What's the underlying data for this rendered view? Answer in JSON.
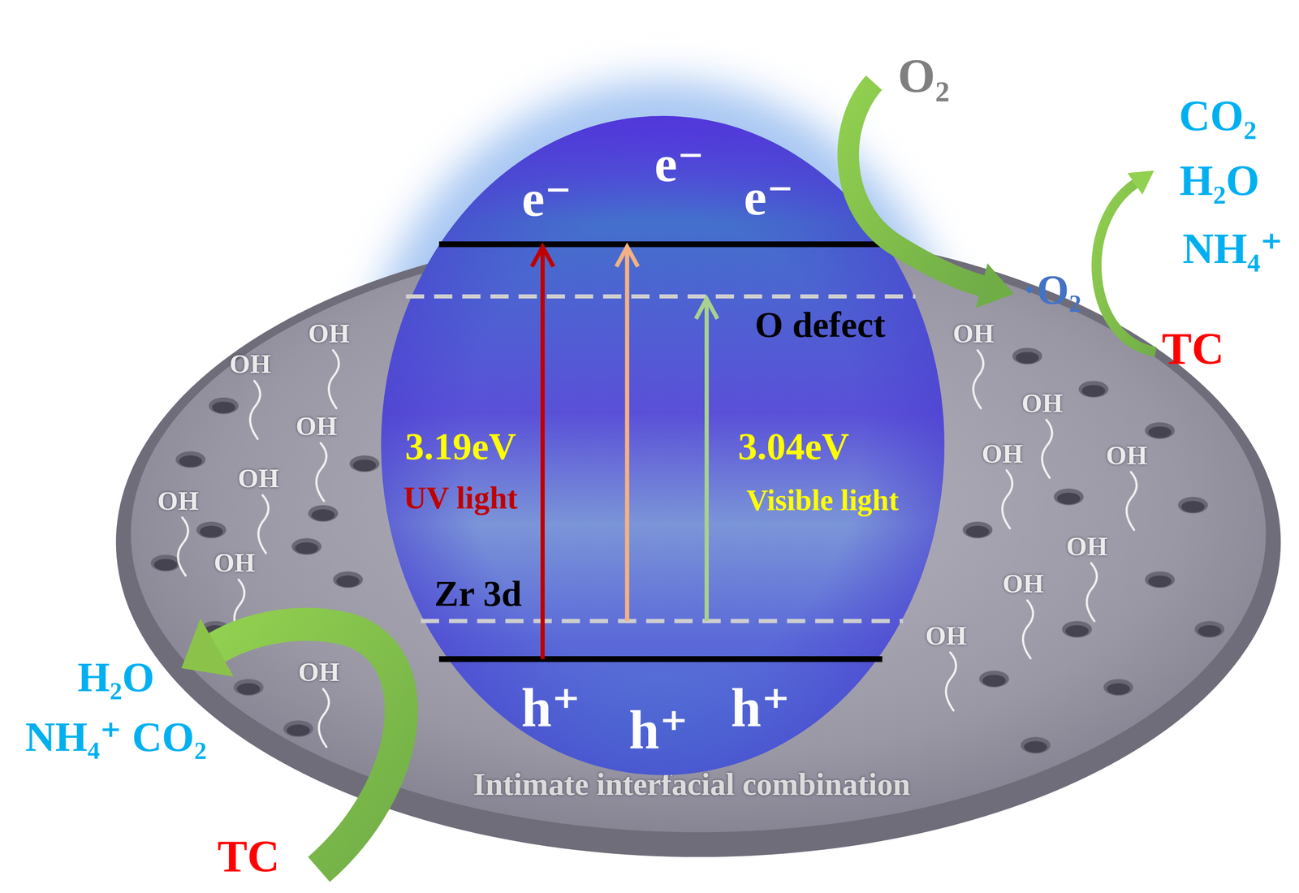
{
  "diagram": {
    "nodes": [
      {
        "text": [
          "e⁻",
          "e⁻",
          "e⁻",
          "O defect",
          "3.19eV",
          "UV light",
          "3.04eV",
          "Visible light",
          "Zr 3d",
          "h⁺",
          "h⁺",
          "h⁺"
        ]
      },
      {
        "text": [
          "Intimate interfacial combination"
        ]
      }
    ],
    "labels": [
      "O₂",
      "CO₂",
      "H₂O",
      "NH₄⁺",
      "·O₂",
      "OH",
      "OH",
      "TC",
      "OH",
      "OH",
      "OH",
      "OH",
      "OH",
      "OH",
      "OH",
      "OH",
      "OH",
      "OH",
      "OH",
      "OH",
      "H₂O",
      "NH₄⁺ CO₂",
      "TC"
    ]
  }
}
